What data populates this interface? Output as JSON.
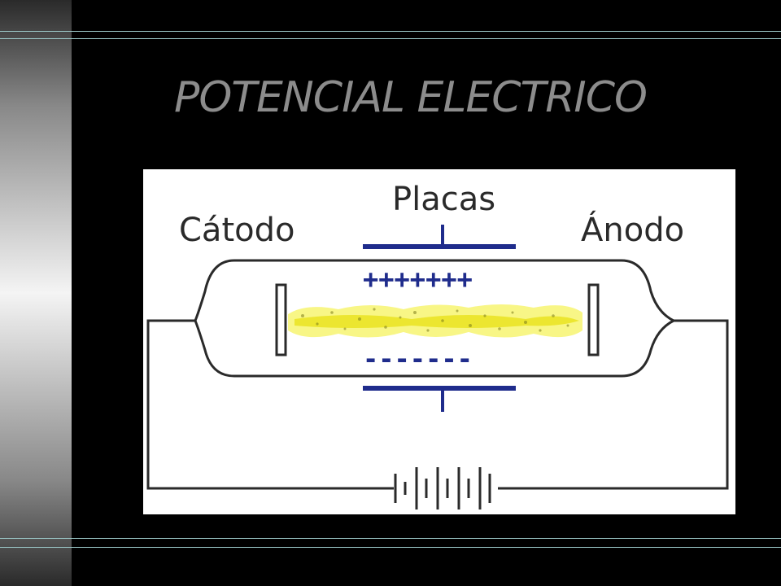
{
  "slide": {
    "title": "POTENCIAL ELECTRICO"
  },
  "diagram": {
    "labels": {
      "cathode": "Cátodo",
      "plates": "Placas",
      "anode": "Ánodo",
      "positive_charges": "+++++++",
      "negative_charges": "-------"
    },
    "colors": {
      "wire": "#2a2a2a",
      "plate": "#1f2c8c",
      "beam": "#f2ee22",
      "background": "#ffffff"
    }
  }
}
